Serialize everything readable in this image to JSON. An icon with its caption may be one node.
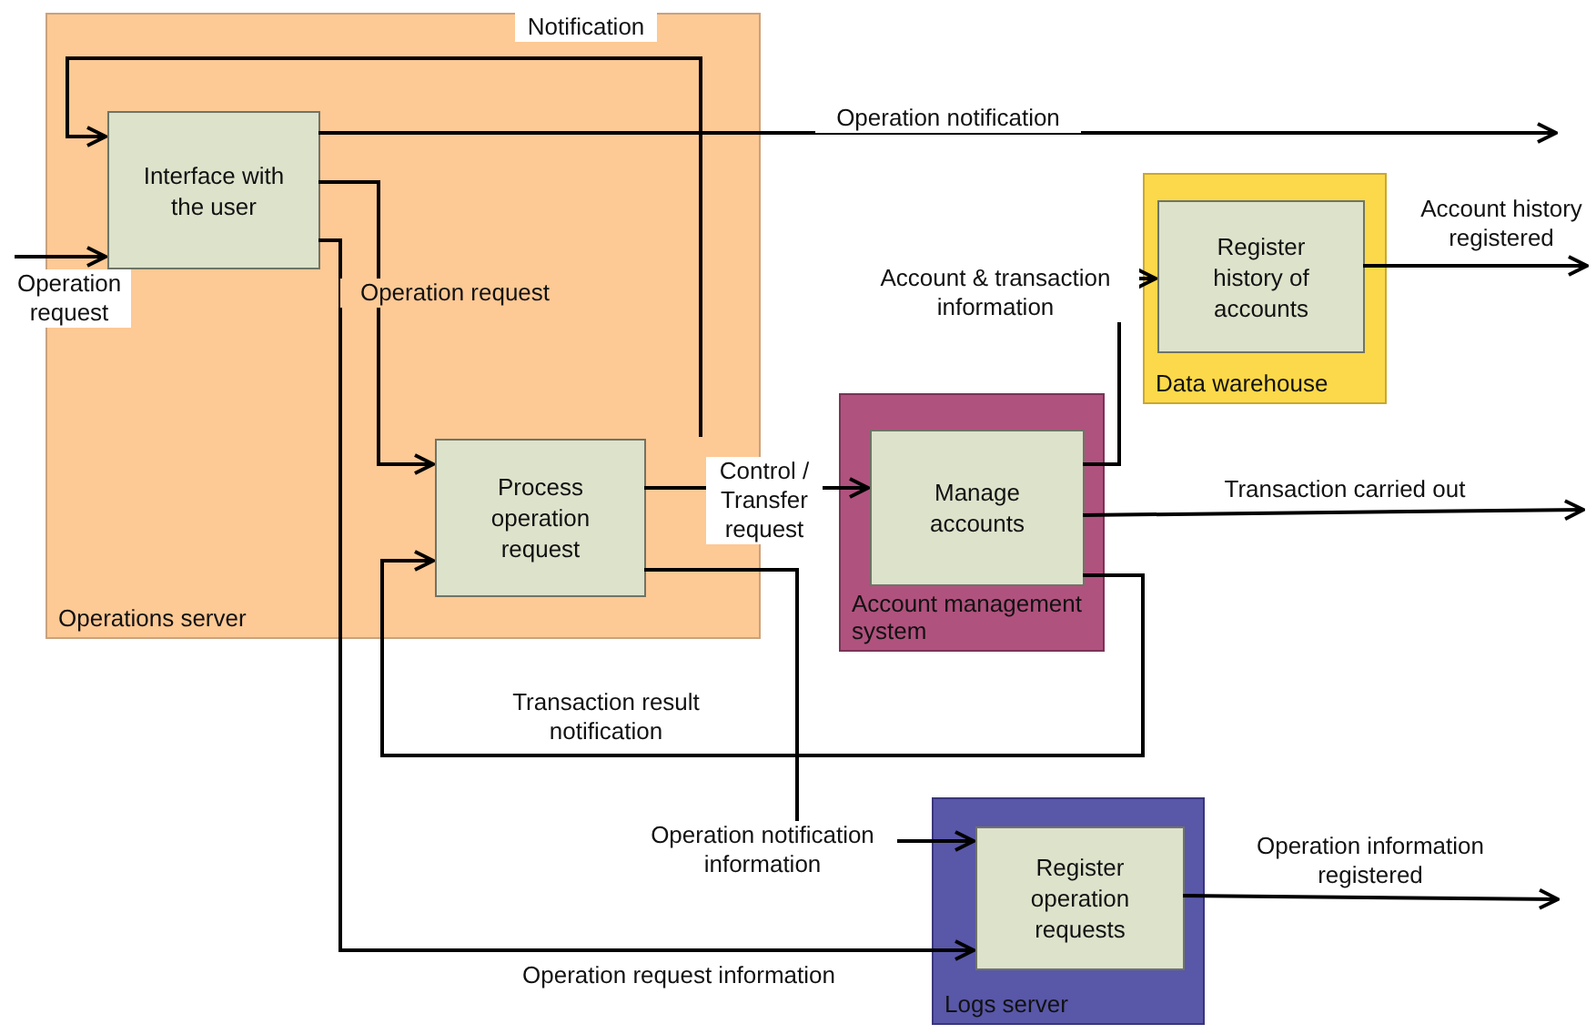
{
  "diagram": {
    "nodes": [
      {
        "text": [
          "Operations server"
        ]
      },
      {
        "text": [
          "Interface with the user"
        ],
        "in": 0
      },
      {
        "text": [
          "Process operation request"
        ],
        "in": 0
      },
      {
        "text": [
          "Account management system"
        ]
      },
      {
        "text": [
          "Manage accounts"
        ],
        "in": 3
      },
      {
        "text": [
          "Data warehouse"
        ]
      },
      {
        "text": [
          "Register history of accounts"
        ],
        "in": 5
      },
      {
        "text": [
          "Logs server"
        ]
      },
      {
        "text": [
          "Register operation requests"
        ],
        "in": 7
      }
    ],
    "edges": [
      {
        "from": null,
        "to": 1,
        "arrow": "to",
        "label": "Operation request"
      },
      {
        "from": 1,
        "to": 2,
        "arrow": "to",
        "label": "Operation request"
      },
      {
        "from": 2,
        "to": 1,
        "arrow": "to",
        "label": "Notification"
      },
      {
        "from": 1,
        "to": null,
        "arrow": "to",
        "label": "Operation notification"
      },
      {
        "from": 2,
        "to": 4,
        "arrow": "to",
        "label": "Control / Transfer request"
      },
      {
        "from": 4,
        "to": 6,
        "arrow": "to",
        "label": "Account & transaction information"
      },
      {
        "from": 6,
        "to": null,
        "arrow": "to",
        "label": "Account history registered"
      },
      {
        "from": 4,
        "to": null,
        "arrow": "to",
        "label": "Transaction carried out"
      },
      {
        "from": 4,
        "to": 2,
        "arrow": "to",
        "label": "Transaction result notification"
      },
      {
        "from": 2,
        "to": 8,
        "arrow": "to",
        "label": "Operation notification information"
      },
      {
        "from": 1,
        "to": 8,
        "arrow": "to",
        "label": "Operation request information"
      },
      {
        "from": 8,
        "to": null,
        "arrow": "to",
        "label": "Operation information registered"
      }
    ]
  }
}
